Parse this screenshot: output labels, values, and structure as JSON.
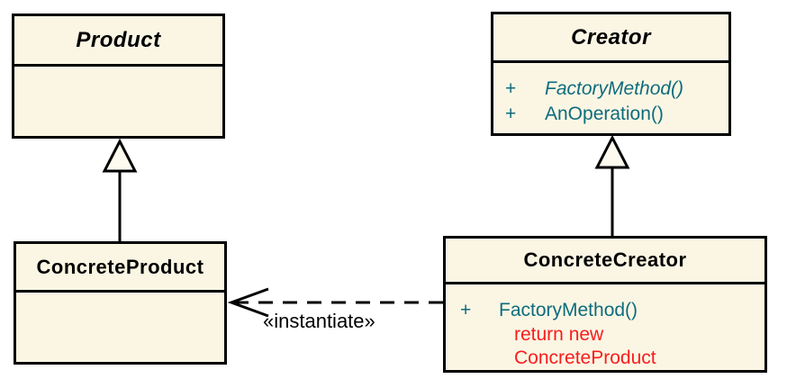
{
  "colors": {
    "background": "#ffffff",
    "box_fill": "#fbf6e4",
    "border": "#000000",
    "title_text": "#000000",
    "method_text": "#0e6c7d",
    "note_text": "#f91d1d",
    "label_text": "#000000"
  },
  "classes": {
    "product": {
      "name": "Product",
      "abstract": true
    },
    "creator": {
      "name": "Creator",
      "abstract": true,
      "methods": [
        {
          "visibility": "+",
          "name": "FactoryMethod()",
          "abstract": true
        },
        {
          "visibility": "+",
          "name": "AnOperation()",
          "abstract": false
        }
      ]
    },
    "concrete_product": {
      "name": "ConcreteProduct"
    },
    "concrete_creator": {
      "name": "ConcreteCreator",
      "methods": [
        {
          "visibility": "+",
          "name": "FactoryMethod()",
          "abstract": false
        }
      ],
      "note_lines": {
        "0": "return new",
        "1": "ConcreteProduct"
      }
    }
  },
  "relations": {
    "generalizations": [
      {
        "from": "ConcreteProduct",
        "to": "Product"
      },
      {
        "from": "ConcreteCreator",
        "to": "Creator"
      }
    ],
    "dependency": {
      "from": "ConcreteCreator",
      "to": "ConcreteProduct",
      "label": "«instantiate»"
    }
  }
}
